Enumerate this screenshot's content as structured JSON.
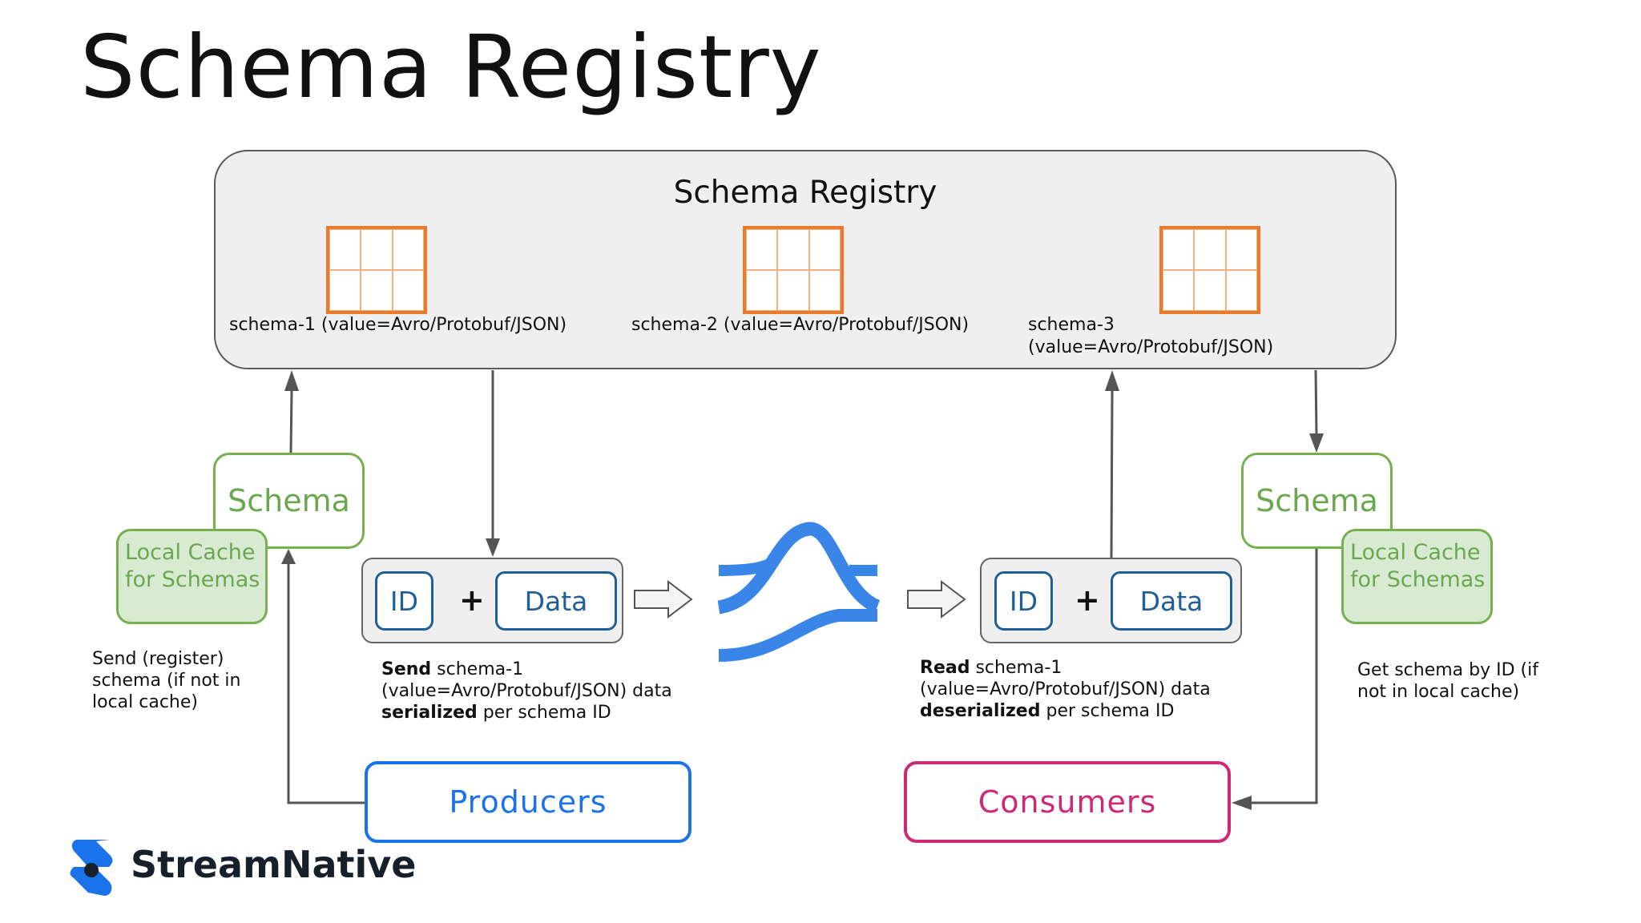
{
  "title": "Schema Registry",
  "registry": {
    "title": "Schema Registry",
    "schemas": [
      {
        "label_line1": "schema-1 (value=Avro/Protobuf/JSON)",
        "label_line2": ""
      },
      {
        "label_line1": "schema-2 (value=Avro/Protobuf/JSON)",
        "label_line2": ""
      },
      {
        "label_line1": "schema-3",
        "label_line2": "(value=Avro/Protobuf/JSON)"
      }
    ]
  },
  "producer_side": {
    "schema_label": "Schema",
    "cache_label": "Local Cache\nfor Schemas",
    "note": "Send (register)\nschema (if not in\nlocal cache)",
    "message": {
      "id_label": "ID",
      "plus": "+",
      "data_label": "Data"
    },
    "caption": {
      "bold1": "Send",
      "text1": " schema-1",
      "line2": "(value=Avro/Protobuf/JSON) data",
      "bold3": "serialized",
      "text3": " per schema ID"
    },
    "role_label": "Producers"
  },
  "consumer_side": {
    "schema_label": "Schema",
    "cache_label": "Local Cache\nfor Schemas",
    "note": "Get schema by ID (if\nnot in local cache)",
    "message": {
      "id_label": "ID",
      "plus": "+",
      "data_label": "Data"
    },
    "caption": {
      "bold1": "Read",
      "text1": " schema-1",
      "line2": "(value=Avro/Protobuf/JSON) data",
      "bold3": "deserialized",
      "text3": " per schema ID"
    },
    "role_label": "Consumers"
  },
  "brand": {
    "name": "StreamNative"
  },
  "colors": {
    "schema_orange": "#ea7a2c",
    "schema_green": "#76b04f",
    "cache_fill": "#d9ead3",
    "id_data_blue": "#1f5f96",
    "producer_blue": "#1a73e8",
    "consumer_pink": "#cc2a77",
    "pulsar_blue": "#3a86e8"
  },
  "icons": [
    "pulsar-logo-icon",
    "streamnative-logo-icon",
    "schema-table-icon",
    "hollow-arrow-icon"
  ]
}
